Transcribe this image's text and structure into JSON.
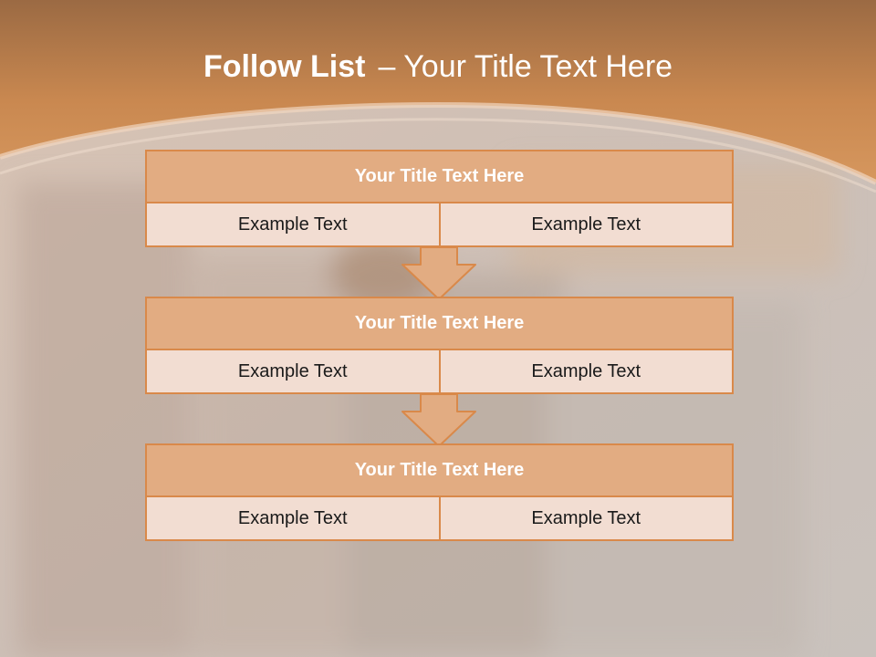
{
  "title": {
    "bold": "Follow List",
    "rest": "– Your Title Text Here"
  },
  "colors": {
    "accent": "#d9894a",
    "header_fill": "#e2ac82",
    "cell_fill": "#f2ddd2",
    "banner": "#d4935a"
  },
  "blocks": [
    {
      "title": "Your Title Text Here",
      "left": "Example Text",
      "right": "Example Text"
    },
    {
      "title": "Your Title Text Here",
      "left": "Example Text",
      "right": "Example Text"
    },
    {
      "title": "Your Title Text Here",
      "left": "Example Text",
      "right": "Example Text"
    }
  ]
}
